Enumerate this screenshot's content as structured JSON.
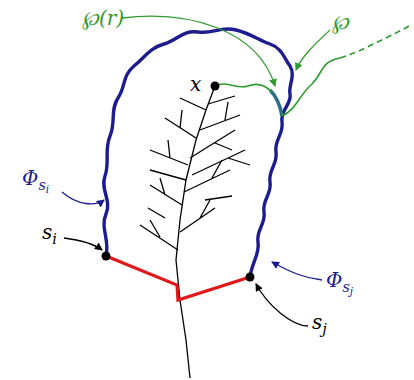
{
  "diagram": {
    "labels": [
      "℘(r)",
      "℘",
      "x",
      "Φsi",
      "Φsj",
      "si",
      "sj"
    ]
  }
}
